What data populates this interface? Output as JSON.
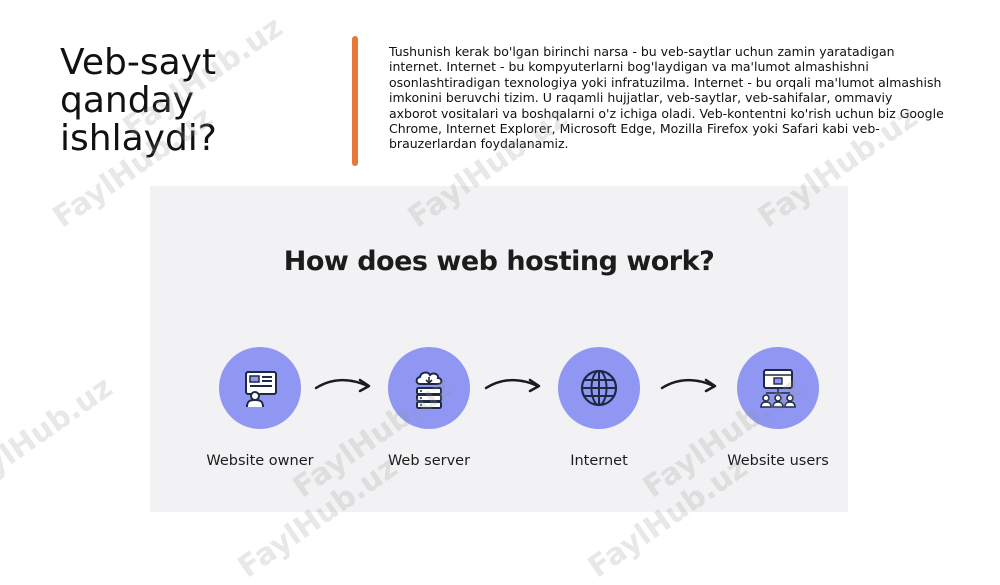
{
  "slide": {
    "title_lines": [
      "Veb-sayt",
      "qanday",
      "ishlaydi?"
    ],
    "body": "Tushunish kerak bo'lgan birinchi narsa - bu veb-saytlar uchun zamin yaratadigan internet. Internet - bu kompyuterlarni bog'laydigan va ma'lumot almashishni osonlashtiradigan texnologiya yoki infratuzilma. Internet - bu orqali ma'lumot almashish imkonini beruvchi tizim. U raqamli hujjatlar, veb-saytlar, veb-sahifalar, ommaviy axborot vositalari va boshqalarni o'z ichiga oladi. Veb-kontentni ko'rish uchun biz Google Chrome, Internet Explorer, Microsoft Edge, Mozilla Firefox yoki Safari kabi veb-brauzerlardan foydalanamiz.",
    "accent_color": "#e8773a"
  },
  "diagram": {
    "title": "How does web hosting work?",
    "circle_color": "#8f97f3",
    "nodes": [
      {
        "label": "Website owner",
        "icon": "website-owner-icon"
      },
      {
        "label": "Web server",
        "icon": "server-cloud-icon"
      },
      {
        "label": "Internet",
        "icon": "globe-icon"
      },
      {
        "label": "Website users",
        "icon": "website-users-icon"
      }
    ]
  },
  "watermark": {
    "text": "FaylHub.uz"
  }
}
